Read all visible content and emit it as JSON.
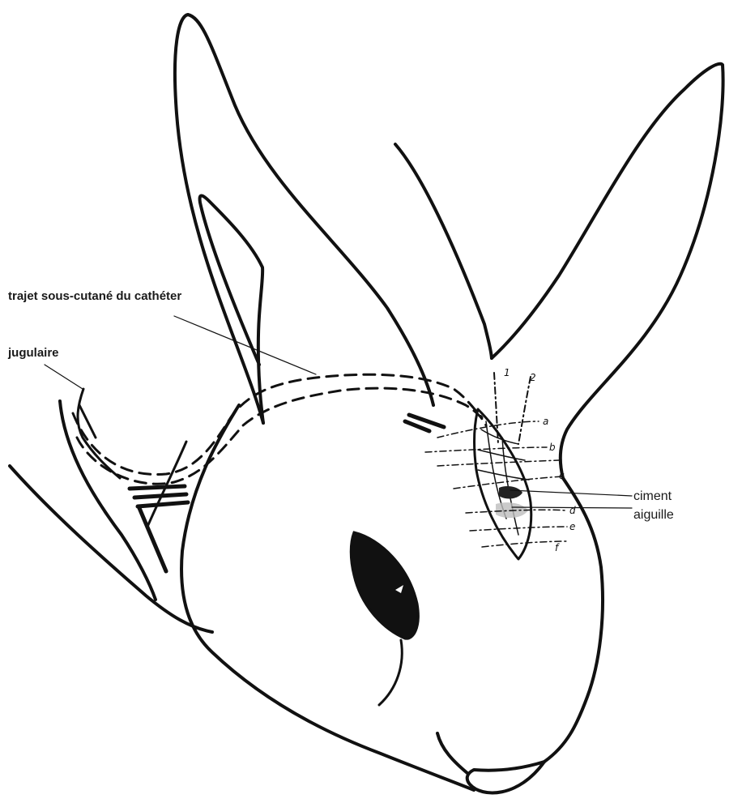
{
  "labels": {
    "trajet": "trajet sous-cutané du cathéter",
    "jugulaire": "jugulaire",
    "ciment": "ciment",
    "aiguille": "aiguille"
  },
  "markers": {
    "m1": "1",
    "m2": "2",
    "ma": "a",
    "mb": "b",
    "mc": "c",
    "md": "d",
    "me": "e",
    "mf": "f"
  }
}
